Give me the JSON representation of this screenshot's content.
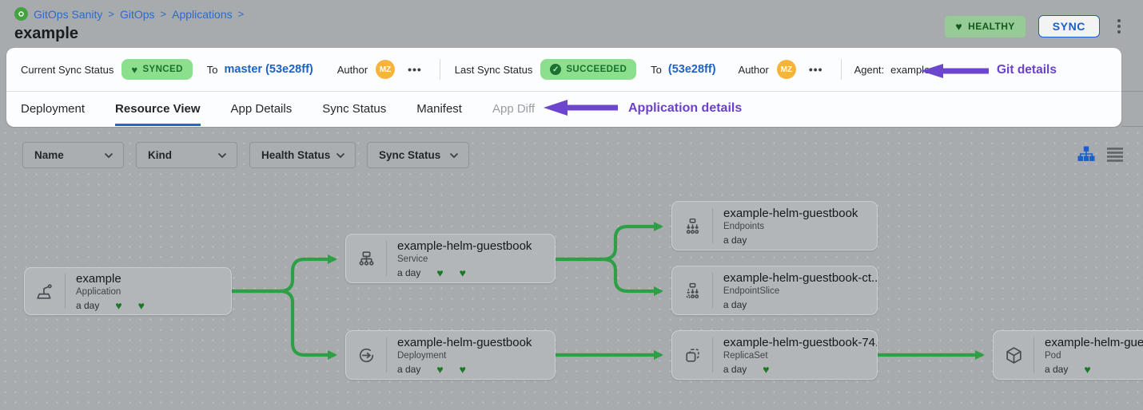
{
  "breadcrumb": {
    "items": [
      "GitOps Sanity",
      "GitOps",
      "Applications"
    ],
    "separator": ">"
  },
  "page_title": "example",
  "header": {
    "health_badge": "HEALTHY",
    "sync_button": "SYNC"
  },
  "status_bar": {
    "current": {
      "label": "Current Sync Status",
      "badge": "SYNCED",
      "to": "To",
      "target": "master (53e28ff)",
      "author": "Author",
      "initials": "MZ",
      "more": "•••"
    },
    "last": {
      "label": "Last Sync Status",
      "badge": "SUCCEEDED",
      "to": "To",
      "target": "(53e28ff)",
      "author": "Author",
      "initials": "MZ",
      "more": "•••"
    },
    "agent_label": "Agent:",
    "agent_value": "example",
    "annotation": "Git details"
  },
  "tabs": {
    "items": [
      {
        "label": "Deployment"
      },
      {
        "label": "Resource View"
      },
      {
        "label": "App Details"
      },
      {
        "label": "Sync Status"
      },
      {
        "label": "Manifest"
      },
      {
        "label": "App Diff"
      }
    ],
    "active": "Resource View",
    "annotation": "Application details"
  },
  "filters": {
    "dropdowns": [
      {
        "label": "Name"
      },
      {
        "label": "Kind"
      },
      {
        "label": "Health Status"
      },
      {
        "label": "Sync Status"
      }
    ]
  },
  "nodes": [
    {
      "name": "example",
      "kind": "Application",
      "age": "a day",
      "hearts": 2
    },
    {
      "name": "example-helm-guestbook",
      "kind": "Service",
      "age": "a day",
      "hearts": 2
    },
    {
      "name": "example-helm-guestbook",
      "kind": "Endpoints",
      "age": "a day",
      "hearts": 0
    },
    {
      "name": "example-helm-guestbook-ct...",
      "kind": "EndpointSlice",
      "age": "a day",
      "hearts": 0
    },
    {
      "name": "example-helm-guestbook",
      "kind": "Deployment",
      "age": "a day",
      "hearts": 2
    },
    {
      "name": "example-helm-guestbook-74...",
      "kind": "ReplicaSet",
      "age": "a day",
      "hearts": 1
    },
    {
      "name": "example-helm-guest",
      "kind": "Pod",
      "age": "a day",
      "hearts": 1
    }
  ],
  "colors": {
    "edge_green": "#2f9f45",
    "heart_green": "#1a7a24",
    "accent_blue": "#1d62c7",
    "annotation_purple": "#6c46cd",
    "badge_green_bg": "#8ce08d",
    "avatar_orange": "#f6b43b"
  }
}
